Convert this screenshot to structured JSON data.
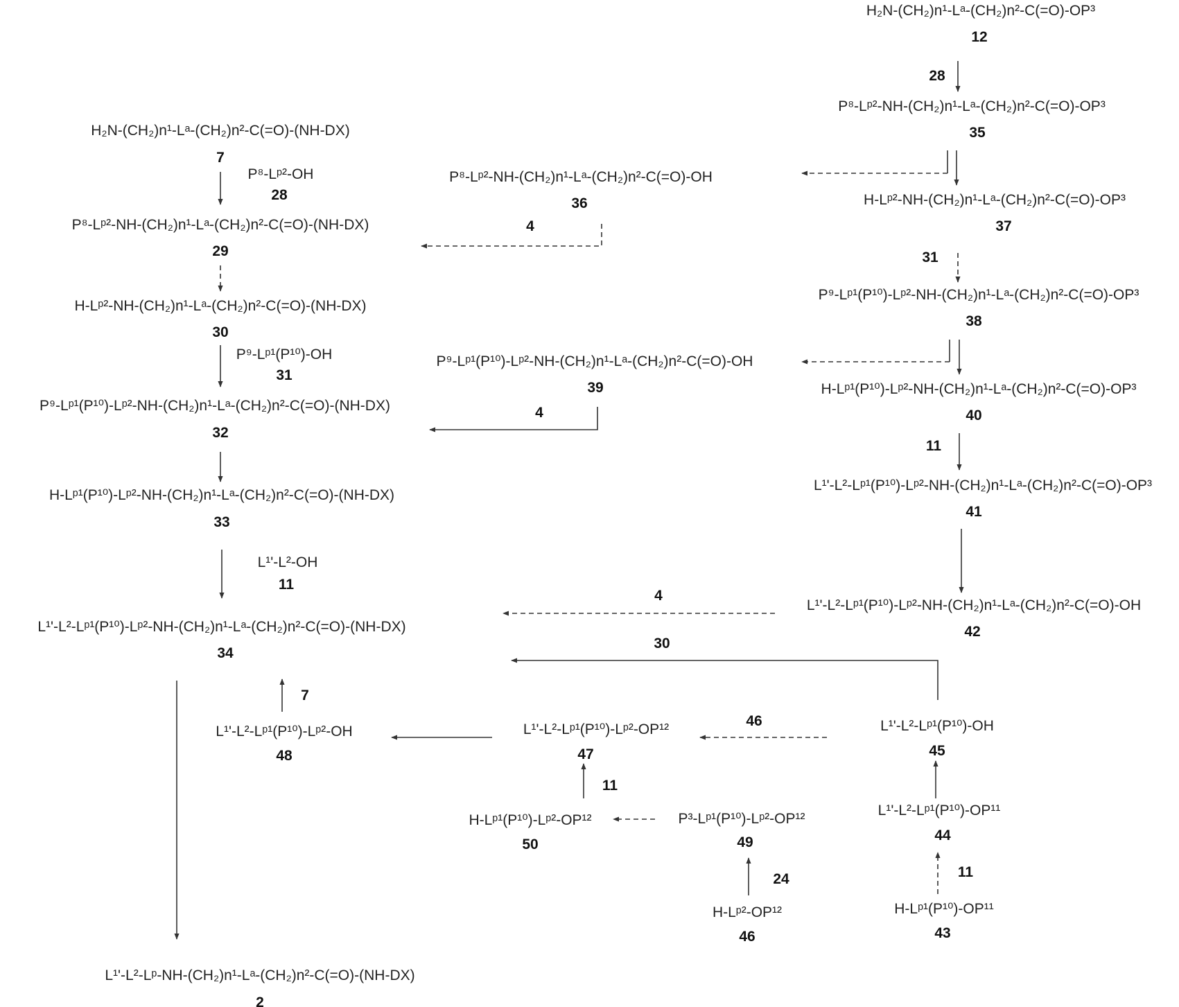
{
  "compounds": {
    "c12": {
      "formula": "H₂N-(CH₂)n¹-Lᵃ-(CH₂)n²-C(=O)-OP³",
      "number": "12"
    },
    "c35": {
      "formula": "P⁸-Lᵖ²-NH-(CH₂)n¹-Lᵃ-(CH₂)n²-C(=O)-OP³",
      "number": "35"
    },
    "c36": {
      "formula": "P⁸-Lᵖ²-NH-(CH₂)n¹-Lᵃ-(CH₂)n²-C(=O)-OH",
      "number": "36"
    },
    "c37": {
      "formula": "H-Lᵖ²-NH-(CH₂)n¹-Lᵃ-(CH₂)n²-C(=O)-OP³",
      "number": "37"
    },
    "c38": {
      "formula": "P⁹-Lᵖ¹(P¹⁰)-Lᵖ²-NH-(CH₂)n¹-Lᵃ-(CH₂)n²-C(=O)-OP³",
      "number": "38"
    },
    "c39": {
      "formula": "P⁹-Lᵖ¹(P¹⁰)-Lᵖ²-NH-(CH₂)n¹-Lᵃ-(CH₂)n²-C(=O)-OH",
      "number": "39"
    },
    "c40": {
      "formula": "H-Lᵖ¹(P¹⁰)-Lᵖ²-NH-(CH₂)n¹-Lᵃ-(CH₂)n²-C(=O)-OP³",
      "number": "40"
    },
    "c41": {
      "formula": "L¹'-L²-Lᵖ¹(P¹⁰)-Lᵖ²-NH-(CH₂)n¹-Lᵃ-(CH₂)n²-C(=O)-OP³",
      "number": "41"
    },
    "c42": {
      "formula": "L¹'-L²-Lᵖ¹(P¹⁰)-Lᵖ²-NH-(CH₂)n¹-Lᵃ-(CH₂)n²-C(=O)-OH",
      "number": "42"
    },
    "c7": {
      "formula": "H₂N-(CH₂)n¹-Lᵃ-(CH₂)n²-C(=O)-(NH-DX)",
      "number": "7"
    },
    "c28": {
      "formula": "P⁸-Lᵖ²-OH",
      "number": "28"
    },
    "c29": {
      "formula": "P⁸-Lᵖ²-NH-(CH₂)n¹-Lᵃ-(CH₂)n²-C(=O)-(NH-DX)",
      "number": "29"
    },
    "c30": {
      "formula": "H-Lᵖ²-NH-(CH₂)n¹-Lᵃ-(CH₂)n²-C(=O)-(NH-DX)",
      "number": "30"
    },
    "c31": {
      "formula": "P⁹-Lᵖ¹(P¹⁰)-OH",
      "number": "31"
    },
    "c32": {
      "formula": "P⁹-Lᵖ¹(P¹⁰)-Lᵖ²-NH-(CH₂)n¹-Lᵃ-(CH₂)n²-C(=O)-(NH-DX)",
      "number": "32"
    },
    "c33": {
      "formula": "H-Lᵖ¹(P¹⁰)-Lᵖ²-NH-(CH₂)n¹-Lᵃ-(CH₂)n²-C(=O)-(NH-DX)",
      "number": "33"
    },
    "c11": {
      "formula": "L¹'-L²-OH",
      "number": "11"
    },
    "c34": {
      "formula": "L¹'-L²-Lᵖ¹(P¹⁰)-Lᵖ²-NH-(CH₂)n¹-Lᵃ-(CH₂)n²-C(=O)-(NH-DX)",
      "number": "34"
    },
    "c48": {
      "formula": "L¹'-L²-Lᵖ¹(P¹⁰)-Lᵖ²-OH",
      "number": "48"
    },
    "c47": {
      "formula": "L¹'-L²-Lᵖ¹(P¹⁰)-Lᵖ²-OP¹²",
      "number": "47"
    },
    "c45": {
      "formula": "L¹'-L²-Lᵖ¹(P¹⁰)-OH",
      "number": "45"
    },
    "c50": {
      "formula": "H-Lᵖ¹(P¹⁰)-Lᵖ²-OP¹²",
      "number": "50"
    },
    "c49": {
      "formula": "P³-Lᵖ¹(P¹⁰)-Lᵖ²-OP¹²",
      "number": "49"
    },
    "c44": {
      "formula": "L¹'-L²-Lᵖ¹(P¹⁰)-OP¹¹",
      "number": "44"
    },
    "c46": {
      "formula": "H-Lᵖ²-OP¹²",
      "number": "46"
    },
    "c43": {
      "formula": "H-Lᵖ¹(P¹⁰)-OP¹¹",
      "number": "43"
    },
    "c2": {
      "formula": "L¹'-L²-Lᵖ-NH-(CH₂)n¹-Lᵃ-(CH₂)n²-C(=O)-(NH-DX)",
      "number": "2"
    }
  },
  "reagents": {
    "r28_right": "28",
    "r31_right": "31",
    "r11_right": "11",
    "r4_top": "4",
    "r4_mid": "4",
    "r4_low": "4",
    "r30": "30",
    "r7": "7",
    "r46": "46",
    "r11_mid": "11",
    "r24": "24",
    "r11_bottom": "11"
  }
}
